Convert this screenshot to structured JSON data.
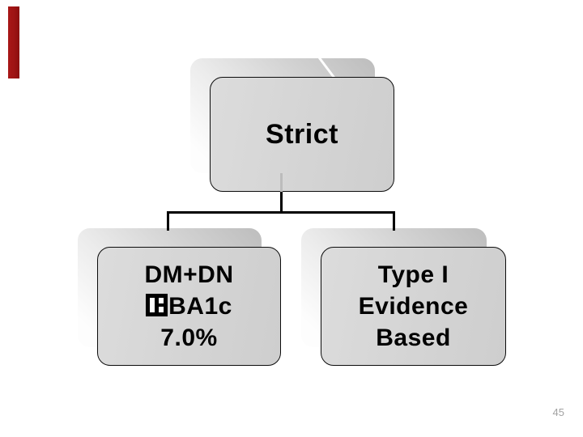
{
  "slide": {
    "page_number": "45",
    "accent_bar": {
      "color": "#9e1313"
    },
    "colors": {
      "node_fill": "#d4d4d4",
      "node_border": "#0c0c0c",
      "back_shape_top": "#bdbdbd",
      "back_shape_bottom": "#fdfdfd",
      "connector": "#000000",
      "page_number_text": "#a2a2a2",
      "background": "#ffffff"
    },
    "diagram": {
      "type": "org-chart",
      "root": {
        "label": "Strict"
      },
      "children": [
        {
          "id": "dm-dn-node",
          "line1": "DM+DN",
          "line2_glyph": "missing-character-box",
          "line2_text": "BA1c",
          "line3": "7.0%"
        },
        {
          "id": "type-i-node",
          "line1": "Type I",
          "line2": "Evidence",
          "line3": "Based"
        }
      ]
    }
  }
}
